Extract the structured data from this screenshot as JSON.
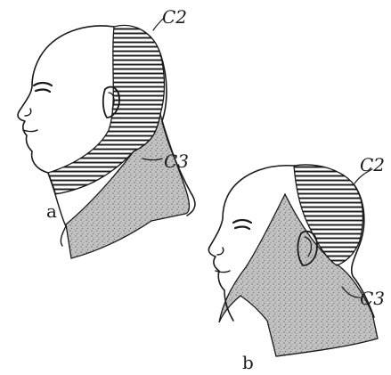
{
  "figure": {
    "panels": [
      {
        "panel_label": "a",
        "dermatome_upper": "C2",
        "dermatome_lower": "C3"
      },
      {
        "panel_label": "b",
        "dermatome_upper": "C2",
        "dermatome_lower": "C3"
      }
    ]
  },
  "colors": {
    "ink": "#1a1a1a",
    "paper": "#ffffff",
    "stipple": "#b9b9b9"
  }
}
